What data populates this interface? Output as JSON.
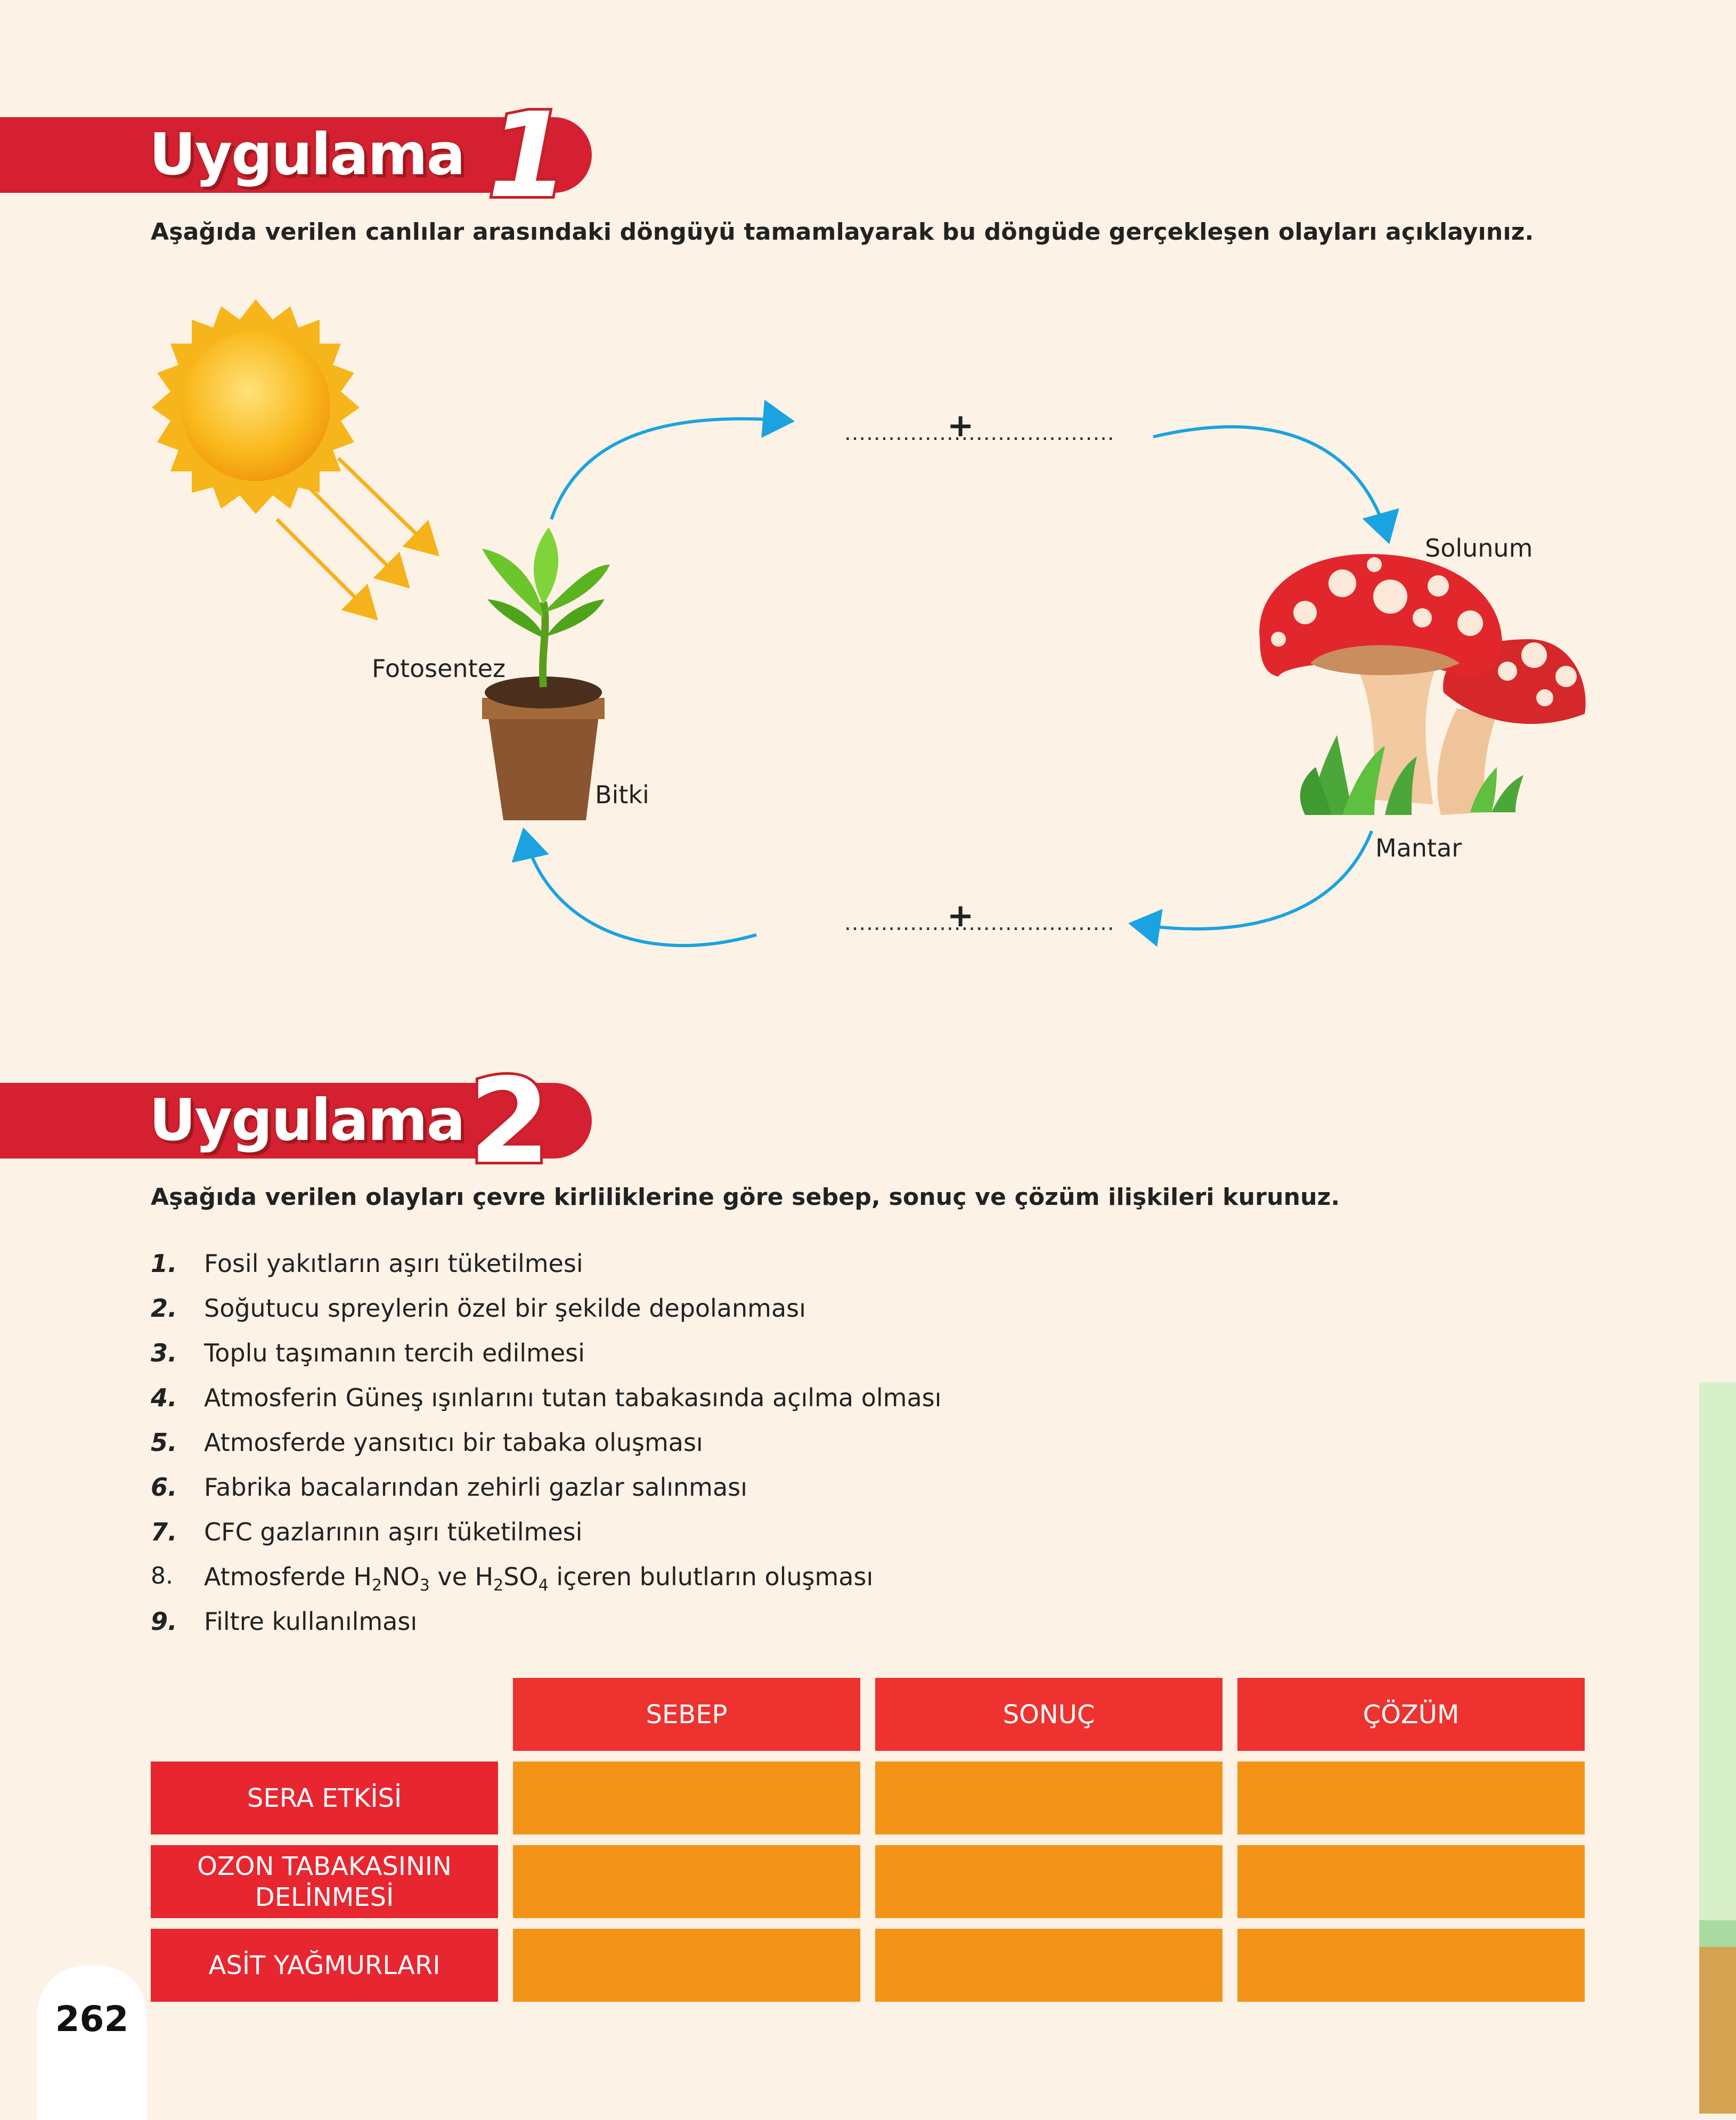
{
  "section1": {
    "title": "Uygulama",
    "number": "1",
    "instruction": "Aşağıda verilen canlılar arasındaki döngüyü tamamlayarak bu döngüde gerçekleşen olayları açıklayınız.",
    "cycle": {
      "top_blank_left": "...................",
      "top_plus": "+",
      "top_blank_right": "...................",
      "bottom_blank_left": "...................",
      "bottom_plus": "+",
      "bottom_blank_right": "...................",
      "label_photosynthesis": "Fotosentez",
      "label_plant": "Bitki",
      "label_respiration": "Solunum",
      "label_mushroom": "Mantar"
    }
  },
  "section2": {
    "title": "Uygulama",
    "number": "2",
    "instruction": "Aşağıda verilen olayları çevre kirliliklerine göre sebep, sonuç ve çözüm ilişkileri kurunuz.",
    "items": [
      {
        "num": "1.",
        "text": "Fosil yakıtların aşırı tüketilmesi"
      },
      {
        "num": "2.",
        "text": "Soğutucu spreylerin özel bir şekilde depolanması"
      },
      {
        "num": "3.",
        "text": "Toplu taşımanın tercih edilmesi"
      },
      {
        "num": "4.",
        "text": "Atmosferin Güneş ışınlarını tutan tabakasında açılma olması"
      },
      {
        "num": "5.",
        "text": "Atmosferde yansıtıcı bir tabaka oluşması"
      },
      {
        "num": "6.",
        "text": "Fabrika bacalarından zehirli gazlar salınması"
      },
      {
        "num": "7.",
        "text": "CFC gazlarının aşırı tüketilmesi"
      },
      {
        "num": "8.",
        "text_parts": [
          "Atmosferde H",
          "2",
          "NO",
          "3",
          " ve H",
          "2",
          "SO",
          "4",
          " içeren bulutların oluşması"
        ]
      },
      {
        "num": "9.",
        "text": "Filtre kullanılması"
      }
    ],
    "table": {
      "columns": [
        "SEBEP",
        "SONUÇ",
        "ÇÖZÜM"
      ],
      "rows": [
        "SERA ETKİSİ",
        "OZON TABAKASININ DELİNMESİ",
        "ASİT YAĞMURLARI"
      ]
    }
  },
  "page_number": "262",
  "colors": {
    "background": "#fdf2e6",
    "banner_red": "#d42030",
    "header_red": "#ee322f",
    "cell_orange": "#f39419",
    "arrow_blue": "#1aa3e0",
    "zigzag_yellow": "#f7c21a"
  }
}
